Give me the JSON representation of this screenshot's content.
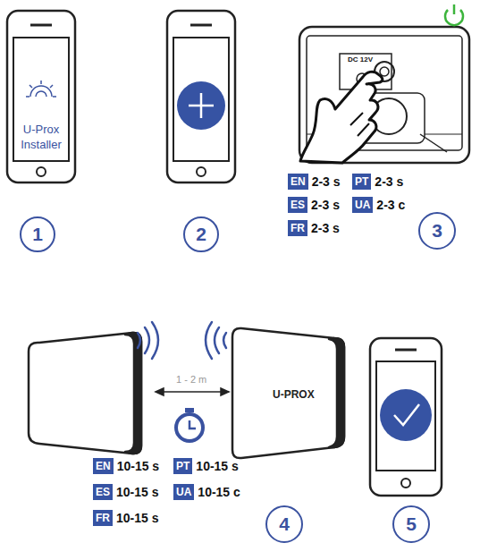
{
  "diagram": {
    "nodes": [
      {
        "text": [
          "U-Prox Installer"
        ]
      },
      {
        "text": [
          "1"
        ]
      },
      {
        "text": [
          "2"
        ]
      },
      {
        "text": [
          "EN",
          "2-3 s"
        ]
      },
      {
        "text": [
          "PT",
          "2-3 s"
        ]
      },
      {
        "text": [
          "ES",
          "2-3 s"
        ]
      },
      {
        "text": [
          "UA",
          "2-3 c"
        ]
      },
      {
        "text": [
          "FR",
          "2-3 s"
        ]
      },
      {
        "text": [
          "3"
        ]
      },
      {
        "text": [
          "EN",
          "10-15 s"
        ]
      },
      {
        "text": [
          "PT",
          "10-15 s"
        ]
      },
      {
        "text": [
          "ES",
          "10-15 s"
        ]
      },
      {
        "text": [
          "UA",
          "10-15 c"
        ]
      },
      {
        "text": [
          "FR",
          "10-15 s"
        ]
      },
      {
        "text": [
          "4"
        ]
      },
      {
        "text": [
          "5"
        ]
      }
    ],
    "labels": [
      "DC 12V",
      "1 - 2 m",
      "U-PROX"
    ]
  }
}
